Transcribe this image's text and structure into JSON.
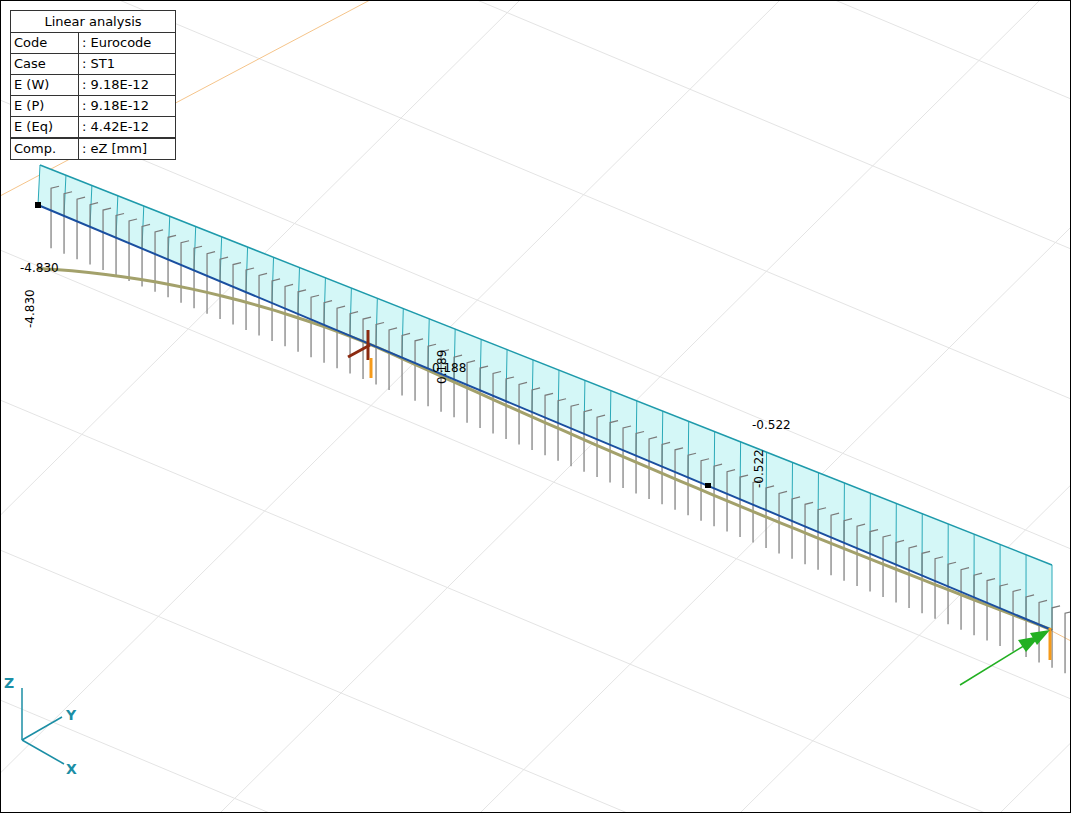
{
  "diagram": {
    "nodes": [
      {
        "text": [
          "Linear analysis",
          "Code",
          ": Eurocode",
          "Case",
          ": ST1",
          "E (W)",
          ": 9.18E-12",
          "E (P)",
          ": 9.18E-12",
          "E (Eq)",
          ": 4.42E-12",
          "Comp.",
          ": eZ [mm]"
        ]
      }
    ],
    "labels": [
      "-4.830",
      "-4.830",
      "0.189",
      "0.188",
      "-0.522",
      "-0.522",
      "Z",
      "Y",
      "X"
    ]
  }
}
